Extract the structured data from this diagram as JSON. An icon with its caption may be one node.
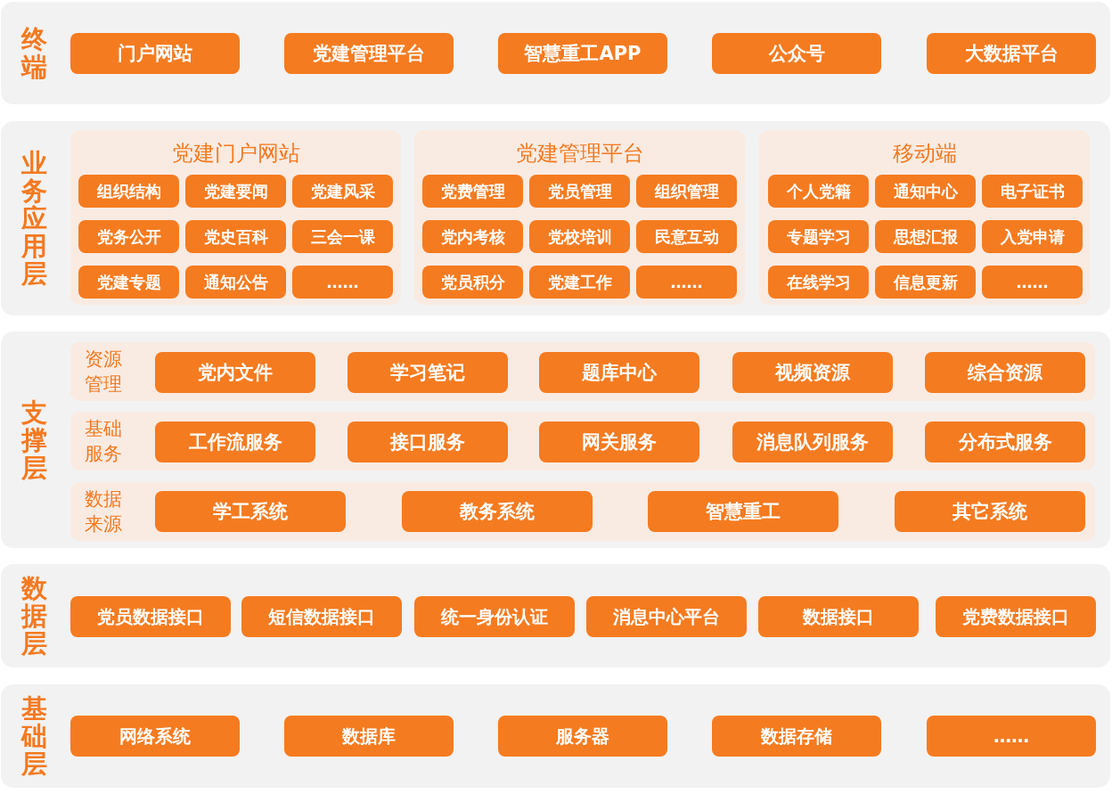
{
  "diagram": {
    "nodes": [
      {
        "text": [
          "终端"
        ]
      },
      {
        "text": [
          "门户网站"
        ],
        "in": 0
      },
      {
        "text": [
          "党建管理平台"
        ],
        "in": 0
      },
      {
        "text": [
          "智慧重工APP"
        ],
        "in": 0
      },
      {
        "text": [
          "公众号"
        ],
        "in": 0
      },
      {
        "text": [
          "大数据平台"
        ],
        "in": 0
      },
      {
        "text": [
          "业务应用层"
        ]
      },
      {
        "text": [
          "党建门户网站"
        ],
        "in": 6
      },
      {
        "text": [
          "组织结构"
        ],
        "in": 7
      },
      {
        "text": [
          "党建要闻"
        ],
        "in": 7
      },
      {
        "text": [
          "党建风采"
        ],
        "in": 7
      },
      {
        "text": [
          "党务公开"
        ],
        "in": 7
      },
      {
        "text": [
          "党史百科"
        ],
        "in": 7
      },
      {
        "text": [
          "三会一课"
        ],
        "in": 7
      },
      {
        "text": [
          "党建专题"
        ],
        "in": 7
      },
      {
        "text": [
          "通知公告"
        ],
        "in": 7
      },
      {
        "text": [
          "……"
        ],
        "in": 7
      },
      {
        "text": [
          "党建管理平台"
        ],
        "in": 6
      },
      {
        "text": [
          "党费管理"
        ],
        "in": 17
      },
      {
        "text": [
          "党员管理"
        ],
        "in": 17
      },
      {
        "text": [
          "组织管理"
        ],
        "in": 17
      },
      {
        "text": [
          "党内考核"
        ],
        "in": 17
      },
      {
        "text": [
          "党校培训"
        ],
        "in": 17
      },
      {
        "text": [
          "民意互动"
        ],
        "in": 17
      },
      {
        "text": [
          "党员积分"
        ],
        "in": 17
      },
      {
        "text": [
          "党建工作"
        ],
        "in": 17
      },
      {
        "text": [
          "……"
        ],
        "in": 17
      },
      {
        "text": [
          "移动端"
        ],
        "in": 6
      },
      {
        "text": [
          "个人党籍"
        ],
        "in": 27
      },
      {
        "text": [
          "通知中心"
        ],
        "in": 27
      },
      {
        "text": [
          "电子证书"
        ],
        "in": 27
      },
      {
        "text": [
          "专题学习"
        ],
        "in": 27
      },
      {
        "text": [
          "思想汇报"
        ],
        "in": 27
      },
      {
        "text": [
          "入党申请"
        ],
        "in": 27
      },
      {
        "text": [
          "在线学习"
        ],
        "in": 27
      },
      {
        "text": [
          "信息更新"
        ],
        "in": 27
      },
      {
        "text": [
          "……"
        ],
        "in": 27
      },
      {
        "text": [
          "支撑层"
        ]
      },
      {
        "text": [
          "资源管理"
        ],
        "in": 37
      },
      {
        "text": [
          "党内文件"
        ],
        "in": 38
      },
      {
        "text": [
          "学习笔记"
        ],
        "in": 38
      },
      {
        "text": [
          "题库中心"
        ],
        "in": 38
      },
      {
        "text": [
          "视频资源"
        ],
        "in": 38
      },
      {
        "text": [
          "综合资源"
        ],
        "in": 38
      },
      {
        "text": [
          "基础服务"
        ],
        "in": 37
      },
      {
        "text": [
          "工作流服务"
        ],
        "in": 44
      },
      {
        "text": [
          "接口服务"
        ],
        "in": 44
      },
      {
        "text": [
          "网关服务"
        ],
        "in": 44
      },
      {
        "text": [
          "消息队列服务"
        ],
        "in": 44
      },
      {
        "text": [
          "分布式服务"
        ],
        "in": 44
      },
      {
        "text": [
          "数据来源"
        ],
        "in": 37
      },
      {
        "text": [
          "学工系统"
        ],
        "in": 50
      },
      {
        "text": [
          "教务系统"
        ],
        "in": 50
      },
      {
        "text": [
          "智慧重工"
        ],
        "in": 50
      },
      {
        "text": [
          "其它系统"
        ],
        "in": 50
      },
      {
        "text": [
          "数据层"
        ]
      },
      {
        "text": [
          "党员数据接口"
        ],
        "in": 55
      },
      {
        "text": [
          "短信数据接口"
        ],
        "in": 55
      },
      {
        "text": [
          "统一身份认证"
        ],
        "in": 55
      },
      {
        "text": [
          "消息中心平台"
        ],
        "in": 55
      },
      {
        "text": [
          "数据接口"
        ],
        "in": 55
      },
      {
        "text": [
          "党费数据接口"
        ],
        "in": 55
      },
      {
        "text": [
          "基础层"
        ]
      },
      {
        "text": [
          "网络系统"
        ],
        "in": 62
      },
      {
        "text": [
          "数据库"
        ],
        "in": 62
      },
      {
        "text": [
          "服务器"
        ],
        "in": 62
      },
      {
        "text": [
          "数据存储"
        ],
        "in": 62
      },
      {
        "text": [
          "……"
        ],
        "in": 62
      }
    ]
  }
}
